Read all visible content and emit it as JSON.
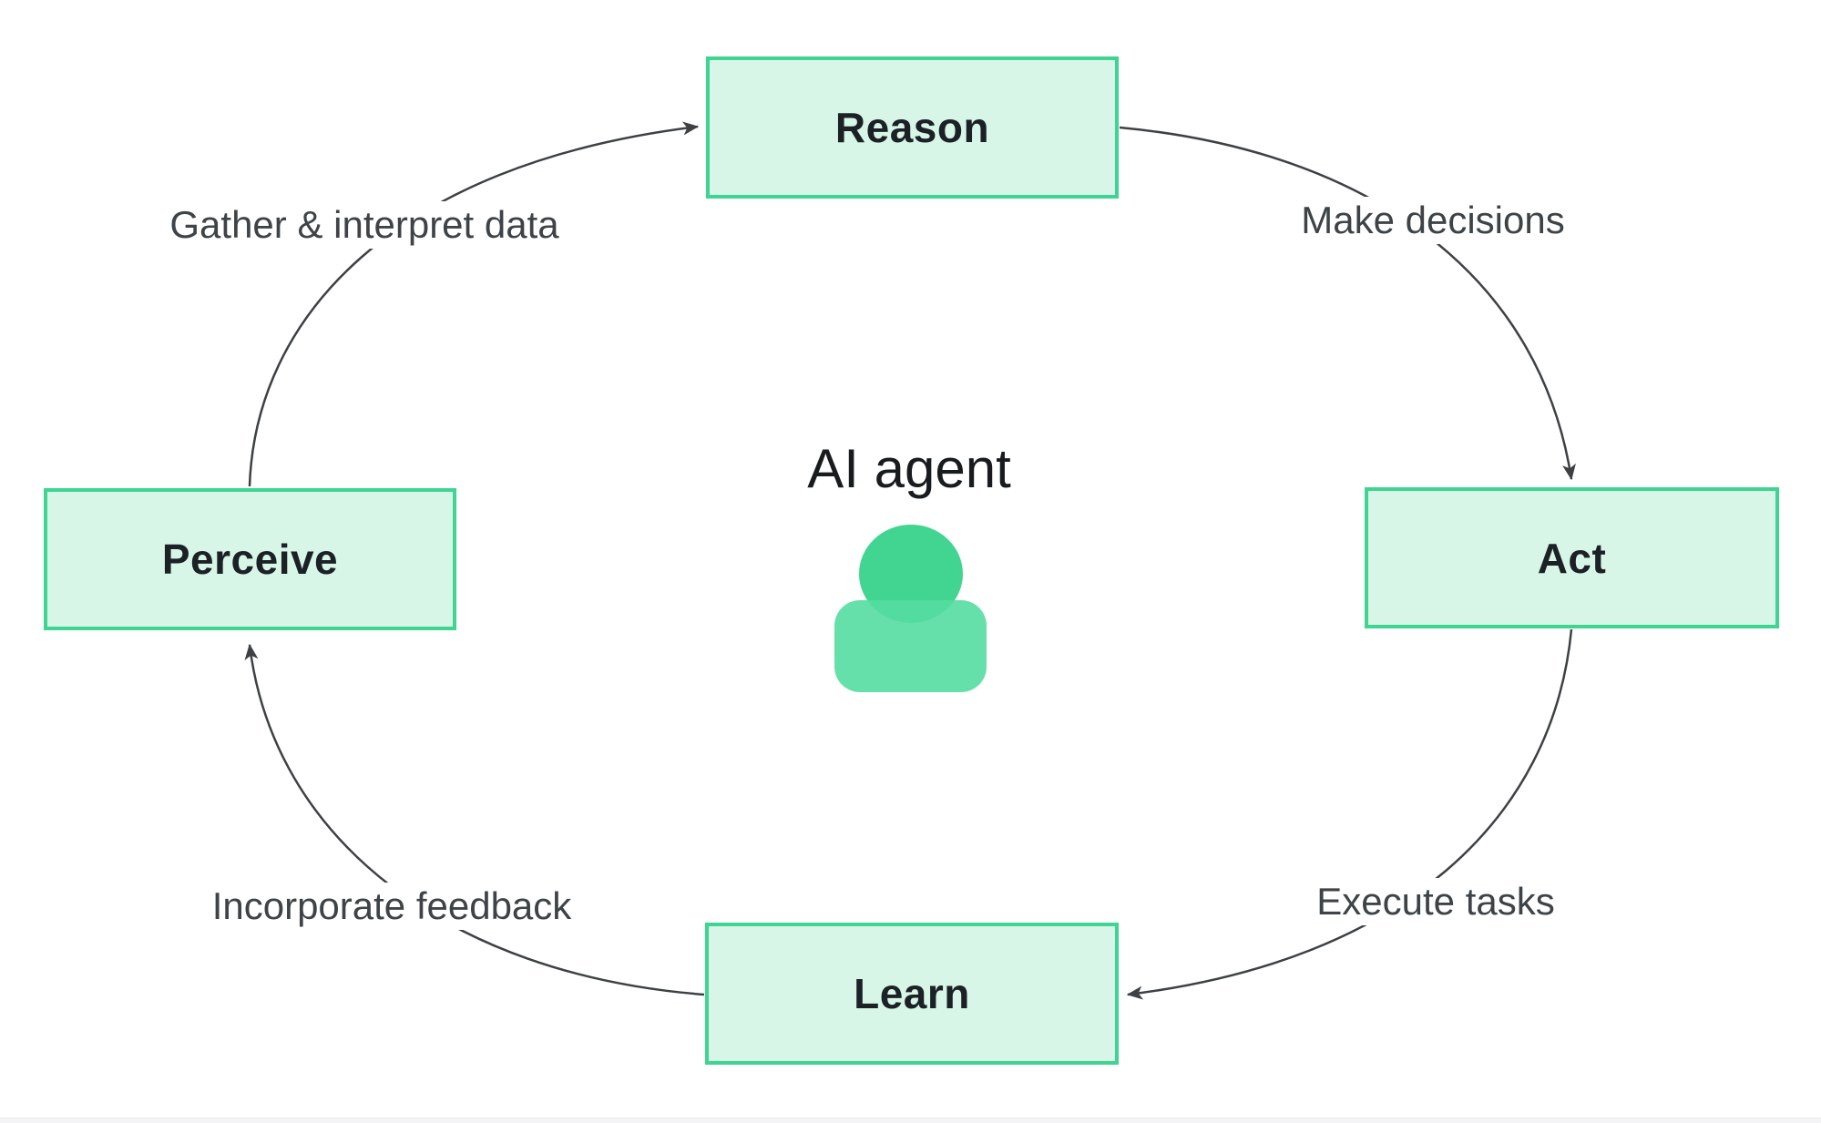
{
  "diagram": {
    "title": "AI agent",
    "nodes": [
      {
        "id": "reason",
        "label": "Reason"
      },
      {
        "id": "act",
        "label": "Act"
      },
      {
        "id": "learn",
        "label": "Learn"
      },
      {
        "id": "perceive",
        "label": "Perceive"
      }
    ],
    "edges": [
      {
        "from": "perceive",
        "to": "reason",
        "label": "Gather & interpret data"
      },
      {
        "from": "reason",
        "to": "act",
        "label": "Make decisions"
      },
      {
        "from": "act",
        "to": "learn",
        "label": "Execute tasks"
      },
      {
        "from": "learn",
        "to": "perceive",
        "label": "Incorporate feedback"
      }
    ],
    "icon": "person-icon",
    "colors": {
      "node_fill": "#d8f6e8",
      "node_border": "#3ed492",
      "edge_line": "#3e4144",
      "edge_label_text": "#3e4347",
      "node_label_text": "#1c2126",
      "icon_head": "#42d591",
      "icon_body": "#55dda1"
    }
  }
}
